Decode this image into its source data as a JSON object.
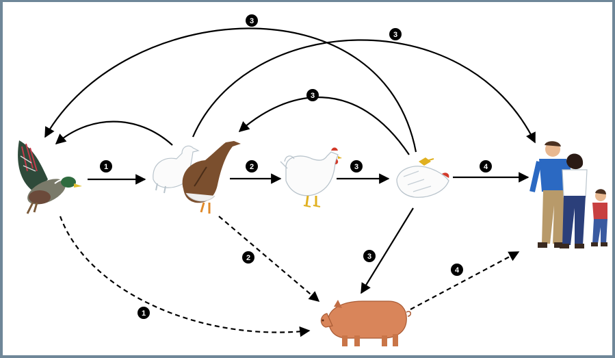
{
  "diagram": {
    "colors": {
      "frame": "#6f8799",
      "arrow": "#000000",
      "badge": "#000000",
      "badge_text": "#ffffff"
    },
    "nodes": [
      {
        "id": "wild-duck",
        "icon": "mallard-duck-icon"
      },
      {
        "id": "domestic-waterfowl",
        "icon": "duck-and-goose-icon"
      },
      {
        "id": "chicken",
        "icon": "chicken-icon"
      },
      {
        "id": "sick-chicken",
        "icon": "dead-chicken-icon"
      },
      {
        "id": "humans",
        "icon": "human-family-icon"
      },
      {
        "id": "pig",
        "icon": "pig-icon"
      }
    ],
    "edges": [
      {
        "from": "wild-duck",
        "to": "domestic-waterfowl",
        "label": "1",
        "style": "solid"
      },
      {
        "from": "domestic-waterfowl",
        "to": "chicken",
        "label": "2",
        "style": "solid"
      },
      {
        "from": "chicken",
        "to": "sick-chicken",
        "label": "3",
        "style": "solid"
      },
      {
        "from": "sick-chicken",
        "to": "humans",
        "label": "4",
        "style": "solid"
      },
      {
        "from": "sick-chicken",
        "to": "wild-duck",
        "label": "3",
        "style": "solid"
      },
      {
        "from": "domestic-waterfowl",
        "to": "humans",
        "label": "3",
        "style": "solid"
      },
      {
        "from": "sick-chicken",
        "to": "domestic-waterfowl",
        "label": "3",
        "style": "solid"
      },
      {
        "from": "domestic-waterfowl",
        "to": "wild-duck",
        "label": "",
        "style": "solid"
      },
      {
        "from": "sick-chicken",
        "to": "pig",
        "label": "3",
        "style": "solid"
      },
      {
        "from": "domestic-waterfowl",
        "to": "pig",
        "label": "2",
        "style": "dashed"
      },
      {
        "from": "wild-duck",
        "to": "pig",
        "label": "1",
        "style": "dashed"
      },
      {
        "from": "pig",
        "to": "humans",
        "label": "4",
        "style": "dashed"
      }
    ]
  }
}
